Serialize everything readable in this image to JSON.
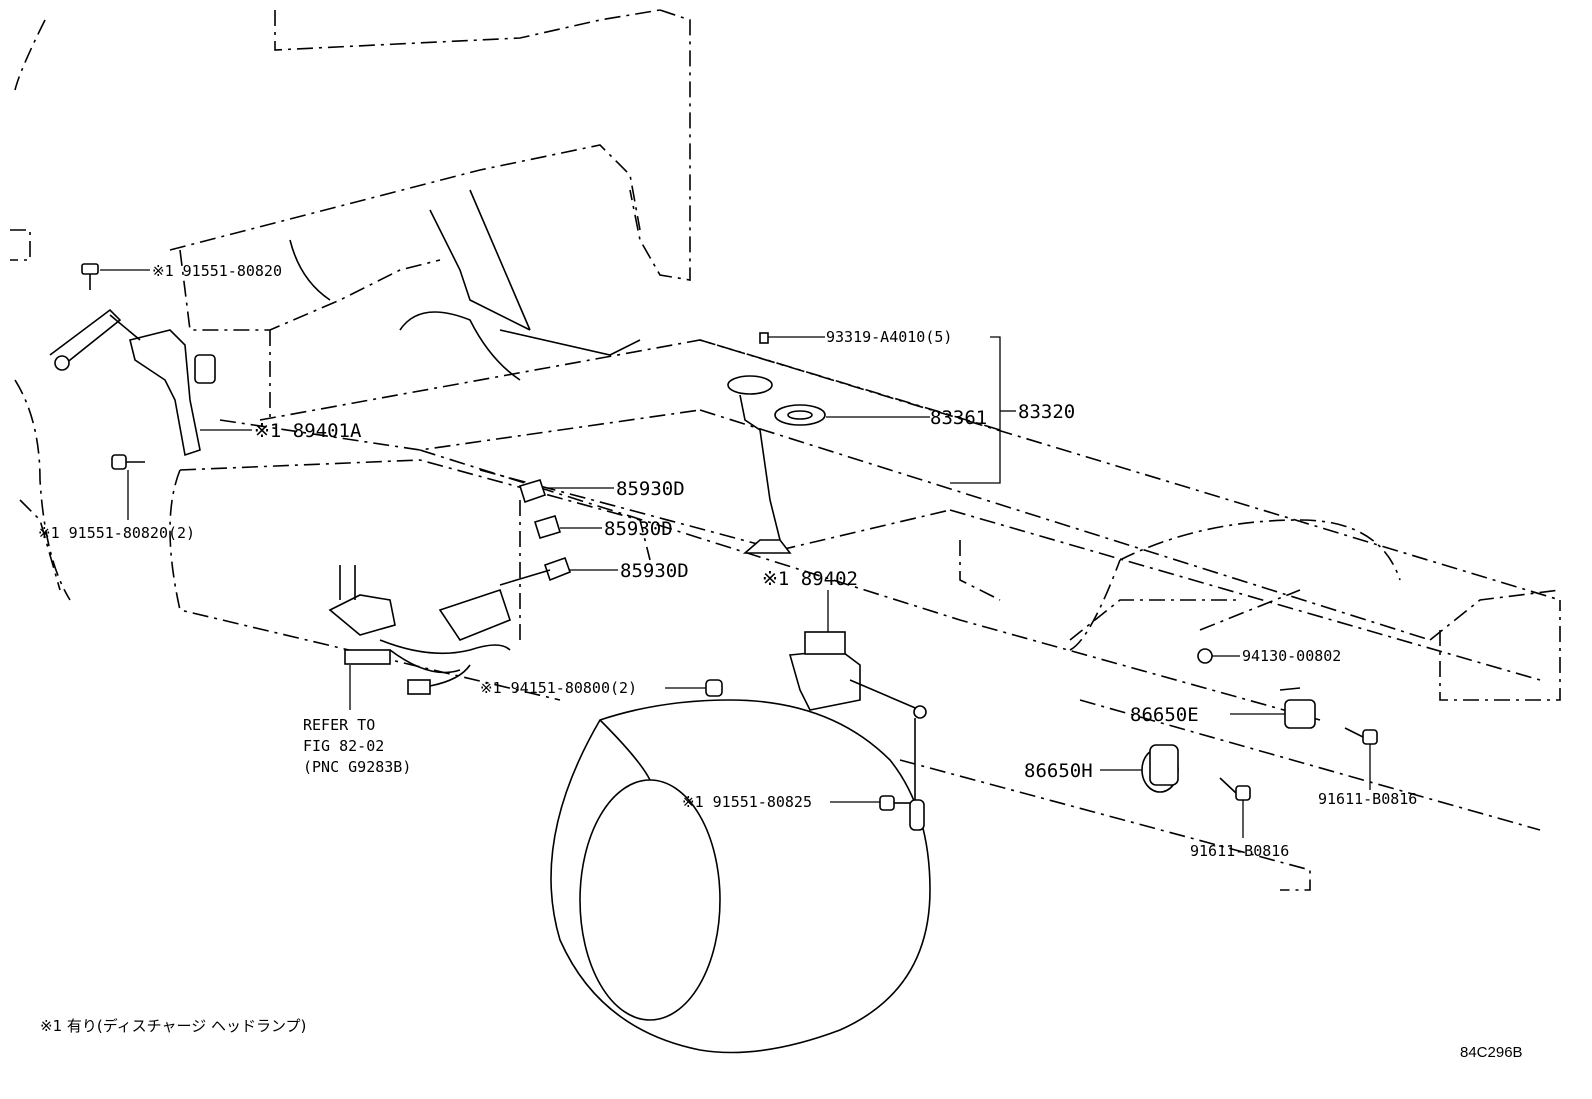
{
  "labels": {
    "bolt_top_left": "※1 91551-80820",
    "sensor_front": "※1 89401A",
    "bolt_front_2": "※1 91551-80820(2)",
    "clip_1": "85930D",
    "clip_2": "85930D",
    "clip_3": "85930D",
    "screw_top": "93319-A4010(5)",
    "gasket": "83361",
    "gauge_assy": "83320",
    "sensor_rear": "※1 89402",
    "nut_rear": "94130-00802",
    "nut_front_2": "※1 94151-80800(2)",
    "horn_e": "86650E",
    "horn_h": "86650H",
    "bolt_rear_1": "91611-B0816",
    "bolt_rear_2": "91611-B0816",
    "bolt_rear_sensor": "※1 91551-80825",
    "refer_line1": "REFER TO",
    "refer_line2": "FIG 82-02",
    "refer_line3": "(PNC G9283B)"
  },
  "footnote": "※1 有り(ディスチャージ ヘッドランプ)",
  "illustration_code": "84C296B"
}
